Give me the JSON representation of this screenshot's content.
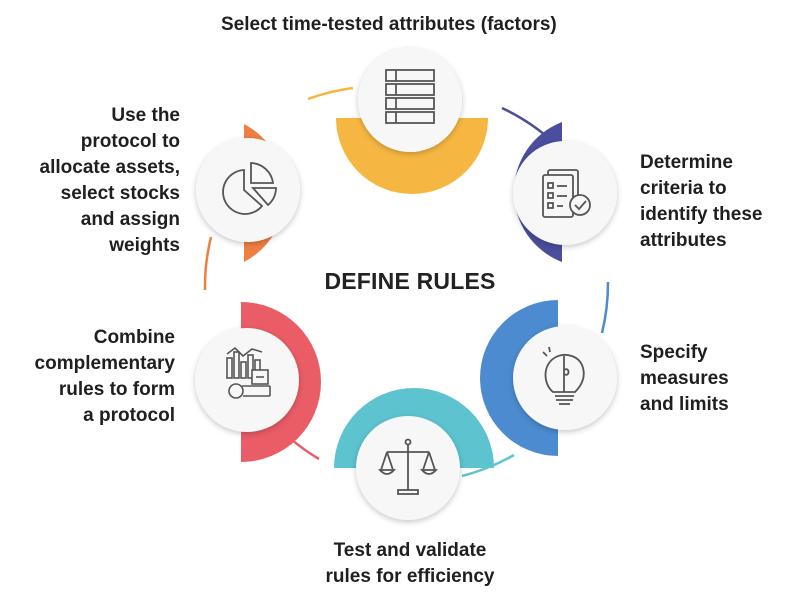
{
  "center_title": "DEFINE RULES",
  "steps": [
    {
      "lines": [
        "Select time-tested attributes (factors)"
      ],
      "icon": "table-rows-icon",
      "color": "#f6b742"
    },
    {
      "lines": [
        "Determine",
        "criteria to",
        "identify these",
        "attributes"
      ],
      "icon": "checklist-icon",
      "color": "#4a4e9c"
    },
    {
      "lines": [
        "Specify",
        "measures",
        "and limits"
      ],
      "icon": "lightbulb-puzzle-icon",
      "color": "#4c8bcf"
    },
    {
      "lines": [
        "Test and validate",
        "rules for efficiency"
      ],
      "icon": "balance-scale-icon",
      "color": "#5cc3cf"
    },
    {
      "lines": [
        "Combine",
        "complementary",
        "rules to form",
        "a protocol"
      ],
      "icon": "charts-toolkit-icon",
      "color": "#ea5c66"
    },
    {
      "lines": [
        "Use the",
        "protocol to",
        "allocate assets,",
        "select stocks",
        "and assign",
        "weights"
      ],
      "icon": "pie-chart-icon",
      "color": "#ef7e42"
    }
  ]
}
